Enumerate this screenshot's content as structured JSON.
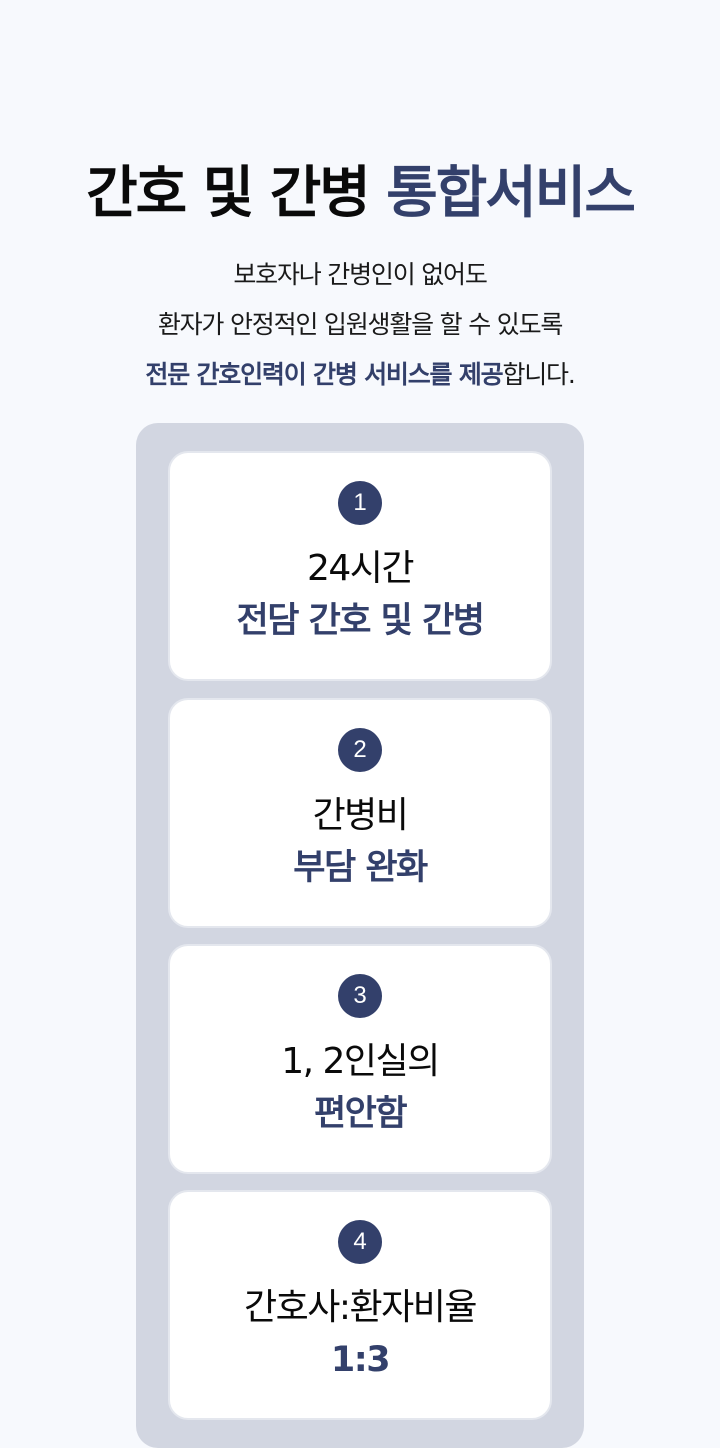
{
  "colors": {
    "background": "#f7f9fd",
    "accent": "#33406b",
    "panel": "#d2d6e1",
    "card": "#ffffff"
  },
  "header": {
    "title_plain": "간호 및 간병 ",
    "title_accent": "통합서비스"
  },
  "description": {
    "line1": "보호자나 간병인이 없어도",
    "line2": "환자가 안정적인 입원생활을 할 수 있도록",
    "line3_emphasis": "전문 간호인력이 간병 서비스를 제공",
    "line3_rest": "합니다."
  },
  "features": [
    {
      "number": "1",
      "line1": "24시간",
      "line2": "전담 간호 및 간병"
    },
    {
      "number": "2",
      "line1": "간병비",
      "line2": "부담 완화"
    },
    {
      "number": "3",
      "line1": "1, 2인실의",
      "line2": "편안함"
    },
    {
      "number": "4",
      "line1": "간호사:환자비율",
      "line2": "1:3"
    }
  ]
}
